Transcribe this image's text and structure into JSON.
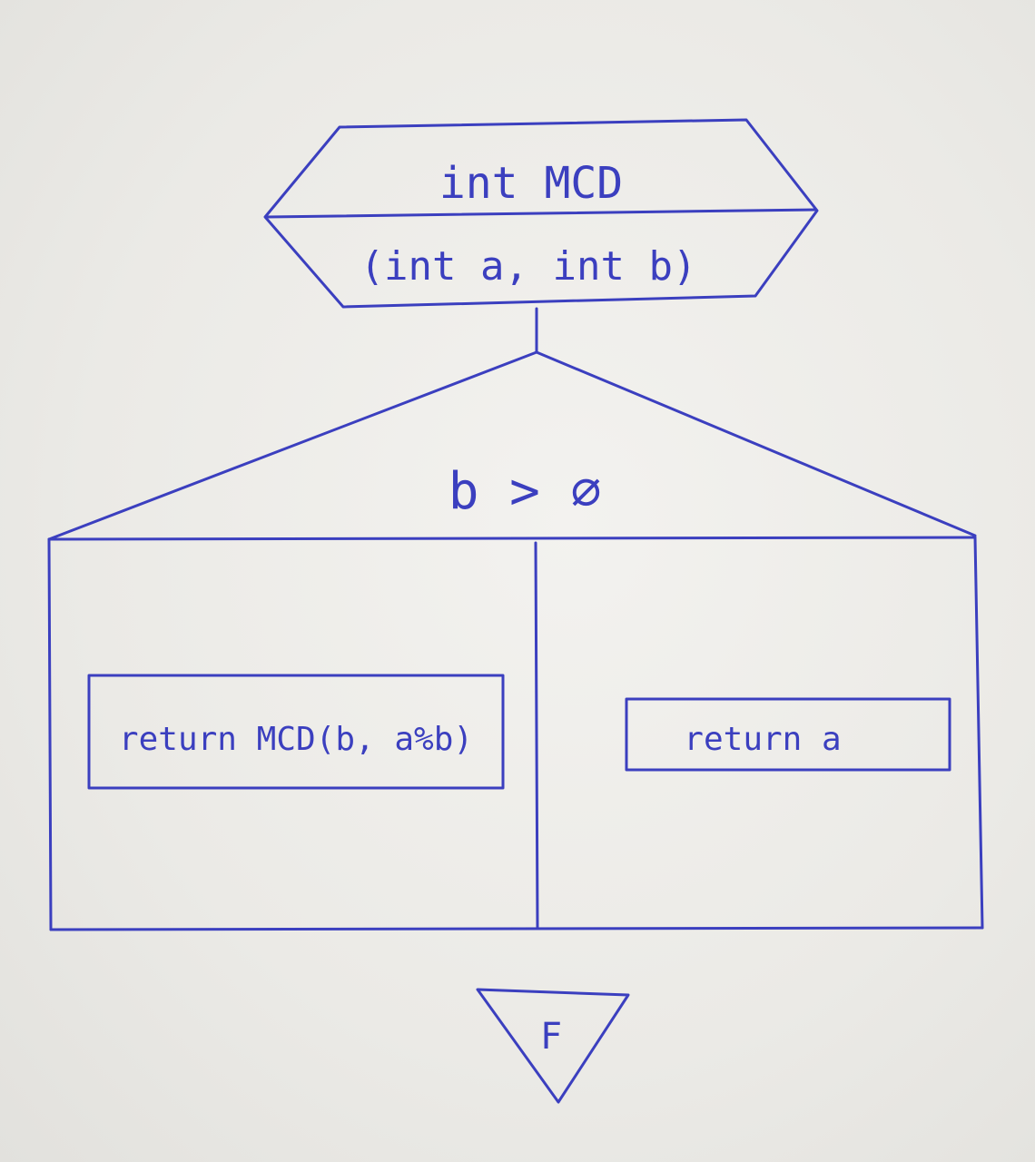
{
  "header": {
    "line1": "int MCD",
    "line2": "(int a, int b)"
  },
  "condition": {
    "label": "b > ∅"
  },
  "branches": {
    "left_statement": "return MCD(b, a%b)",
    "right_statement": "return a"
  },
  "terminator": {
    "label": "F"
  },
  "colors": {
    "ink": "#3b3fbf",
    "paper": "#ecebe8"
  }
}
